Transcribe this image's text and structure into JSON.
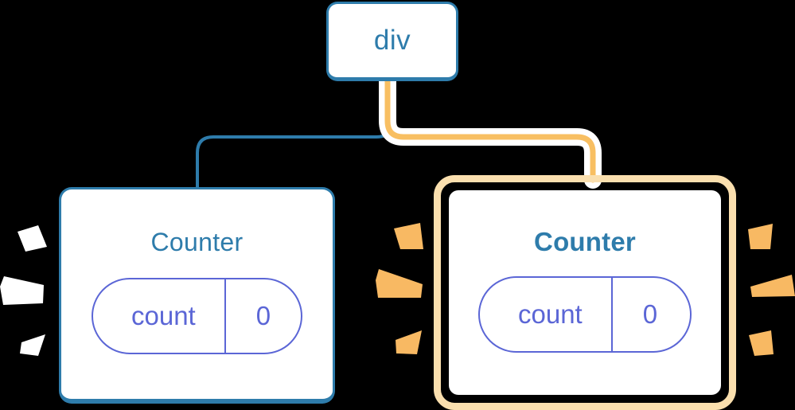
{
  "diagram": {
    "type": "component-tree",
    "title": "React component tree re-render highlight",
    "background": "#000000",
    "colors": {
      "node_border_blue": "#2e7cab",
      "node_text_blue": "#2e7cab",
      "highlight_ring": "#f8bf62",
      "highlight_glow": "#fadfae",
      "state_pill": "#5b66d6",
      "wire_blue": "#2e7cab",
      "wire_orange": "#f8bf62",
      "wire_halo": "#ffffff",
      "spark_white": "#ffffff",
      "spark_orange": "#f8b963",
      "card_fill": "#ffffff"
    }
  },
  "nodes": {
    "root": {
      "label": "div",
      "highlighted": false
    },
    "counter_left": {
      "label": "Counter",
      "highlighted": false,
      "state": {
        "name": "count",
        "value": "0"
      },
      "sparkle_color": "#ffffff",
      "sparkle_count": 3
    },
    "counter_right": {
      "label": "Counter",
      "highlighted": true,
      "state": {
        "name": "count",
        "value": "0"
      },
      "sparkle_color": "#f8b963",
      "sparkle_count": 6
    }
  },
  "edges": [
    {
      "id": "root-to-counter-left",
      "from": "root",
      "to": "counter_left",
      "color": "#2e7cab",
      "highlighted": false
    },
    {
      "id": "root-to-counter-right",
      "from": "root",
      "to": "counter_right",
      "color": "#f8bf62",
      "highlighted": true
    }
  ]
}
